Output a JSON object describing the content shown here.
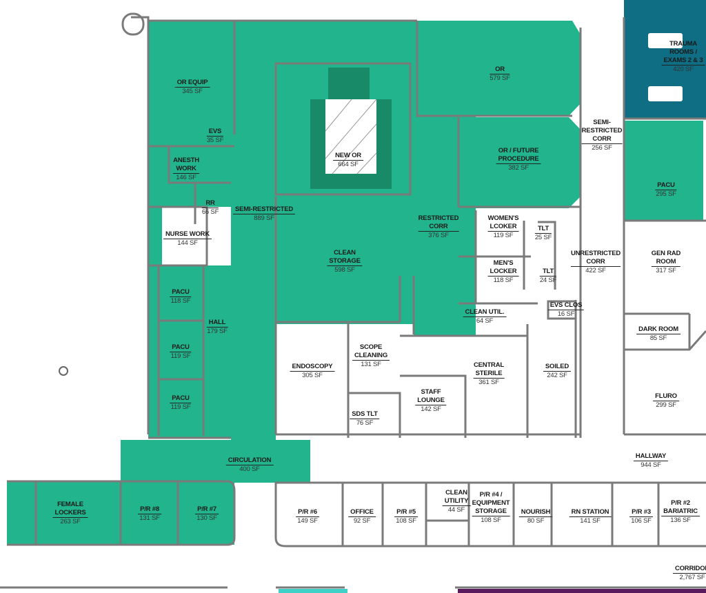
{
  "colors": {
    "clinical_green": "#22b48c",
    "trauma_teal": "#0f6d84",
    "wall": "#7a7a7a",
    "accent_purple": "#5a1a5e",
    "accent_cyan": "#3fd0c8"
  },
  "rooms": [
    {
      "name": [
        "OR EQUIP"
      ],
      "area": "345 SF"
    },
    {
      "name": [
        "EVS"
      ],
      "area": "35 SF"
    },
    {
      "name": [
        "ANESTH",
        "WORK"
      ],
      "area": "146 SF"
    },
    {
      "name": [
        "RR"
      ],
      "area": "66 SF"
    },
    {
      "name": [
        "NURSE WORK"
      ],
      "area": "144 SF"
    },
    {
      "name": [
        "SEMI-RESTRICTED"
      ],
      "area": "889 SF"
    },
    {
      "name": [
        "NEW OR"
      ],
      "area": "664 SF"
    },
    {
      "name": [
        "OR"
      ],
      "area": "579 SF"
    },
    {
      "name": [
        "OR / FUTURE",
        "PROCEDURE"
      ],
      "area": "382 SF"
    },
    {
      "name": [
        "RESTRICTED",
        "CORR"
      ],
      "area": "376 SF"
    },
    {
      "name": [
        "CLEAN",
        "STORAGE"
      ],
      "area": "598 SF"
    },
    {
      "name": [
        "WOMEN'S",
        "LCOKER"
      ],
      "area": "119 SF"
    },
    {
      "name": [
        "TLT"
      ],
      "area": "25 SF"
    },
    {
      "name": [
        "MEN'S",
        "LOCKER"
      ],
      "area": "118 SF"
    },
    {
      "name": [
        "TLT"
      ],
      "area": "24 SF"
    },
    {
      "name": [
        "SEMI-",
        "RESTRICTED",
        "CORR"
      ],
      "area": "256 SF"
    },
    {
      "name": [
        "TRAUMA",
        "ROOMS /",
        "EXAMS 2 & 3"
      ],
      "area": "420 SF"
    },
    {
      "name": [
        "PACU"
      ],
      "area": "295 SF"
    },
    {
      "name": [
        "UNRESTRICTED",
        "CORR"
      ],
      "area": "422 SF"
    },
    {
      "name": [
        "GEN RAD",
        "ROOM"
      ],
      "area": "317 SF"
    },
    {
      "name": [
        "DARK ROOM"
      ],
      "area": "85 SF"
    },
    {
      "name": [
        "FLURO"
      ],
      "area": "299 SF"
    },
    {
      "name": [
        "CLEAN UTIL."
      ],
      "area": "64 SF"
    },
    {
      "name": [
        "EVS CLOS"
      ],
      "area": "16 SF"
    },
    {
      "name": [
        "PACU"
      ],
      "area": "118 SF"
    },
    {
      "name": [
        "HALL"
      ],
      "area": "179 SF"
    },
    {
      "name": [
        "PACU"
      ],
      "area": "119 SF"
    },
    {
      "name": [
        "PACU"
      ],
      "area": "119 SF"
    },
    {
      "name": [
        "ENDOSCOPY"
      ],
      "area": "305 SF"
    },
    {
      "name": [
        "SCOPE",
        "CLEANING"
      ],
      "area": "131 SF"
    },
    {
      "name": [
        "SDS TLT"
      ],
      "area": "76 SF"
    },
    {
      "name": [
        "STAFF",
        "LOUNGE"
      ],
      "area": "142 SF"
    },
    {
      "name": [
        "CENTRAL",
        "STERILE"
      ],
      "area": "361 SF"
    },
    {
      "name": [
        "SOILED"
      ],
      "area": "242 SF"
    },
    {
      "name": [
        "CIRCULATION"
      ],
      "area": "400 SF"
    },
    {
      "name": [
        "HALLWAY"
      ],
      "area": "944 SF"
    },
    {
      "name": [
        "FEMALE",
        "LOCKERS"
      ],
      "area": "263 SF"
    },
    {
      "name": [
        "P/R #8"
      ],
      "area": "131 SF"
    },
    {
      "name": [
        "P/R #7"
      ],
      "area": "130 SF"
    },
    {
      "name": [
        "P/R #6"
      ],
      "area": "149 SF"
    },
    {
      "name": [
        "OFFICE"
      ],
      "area": "92 SF"
    },
    {
      "name": [
        "P/R #5"
      ],
      "area": "108 SF"
    },
    {
      "name": [
        "CLEAN",
        "UTILITY"
      ],
      "area": "44 SF"
    },
    {
      "name": [
        "P/R #4 /",
        "EQUIPMENT",
        "STORAGE"
      ],
      "area": "108 SF"
    },
    {
      "name": [
        "NOURISH"
      ],
      "area": "80 SF"
    },
    {
      "name": [
        "RN STATION"
      ],
      "area": "141 SF"
    },
    {
      "name": [
        "P/R #3"
      ],
      "area": "106 SF"
    },
    {
      "name": [
        "P/R #2",
        "BARIATRIC"
      ],
      "area": "136 SF"
    },
    {
      "name": [
        "CORRIDOR"
      ],
      "area": "2,767 SF"
    }
  ]
}
